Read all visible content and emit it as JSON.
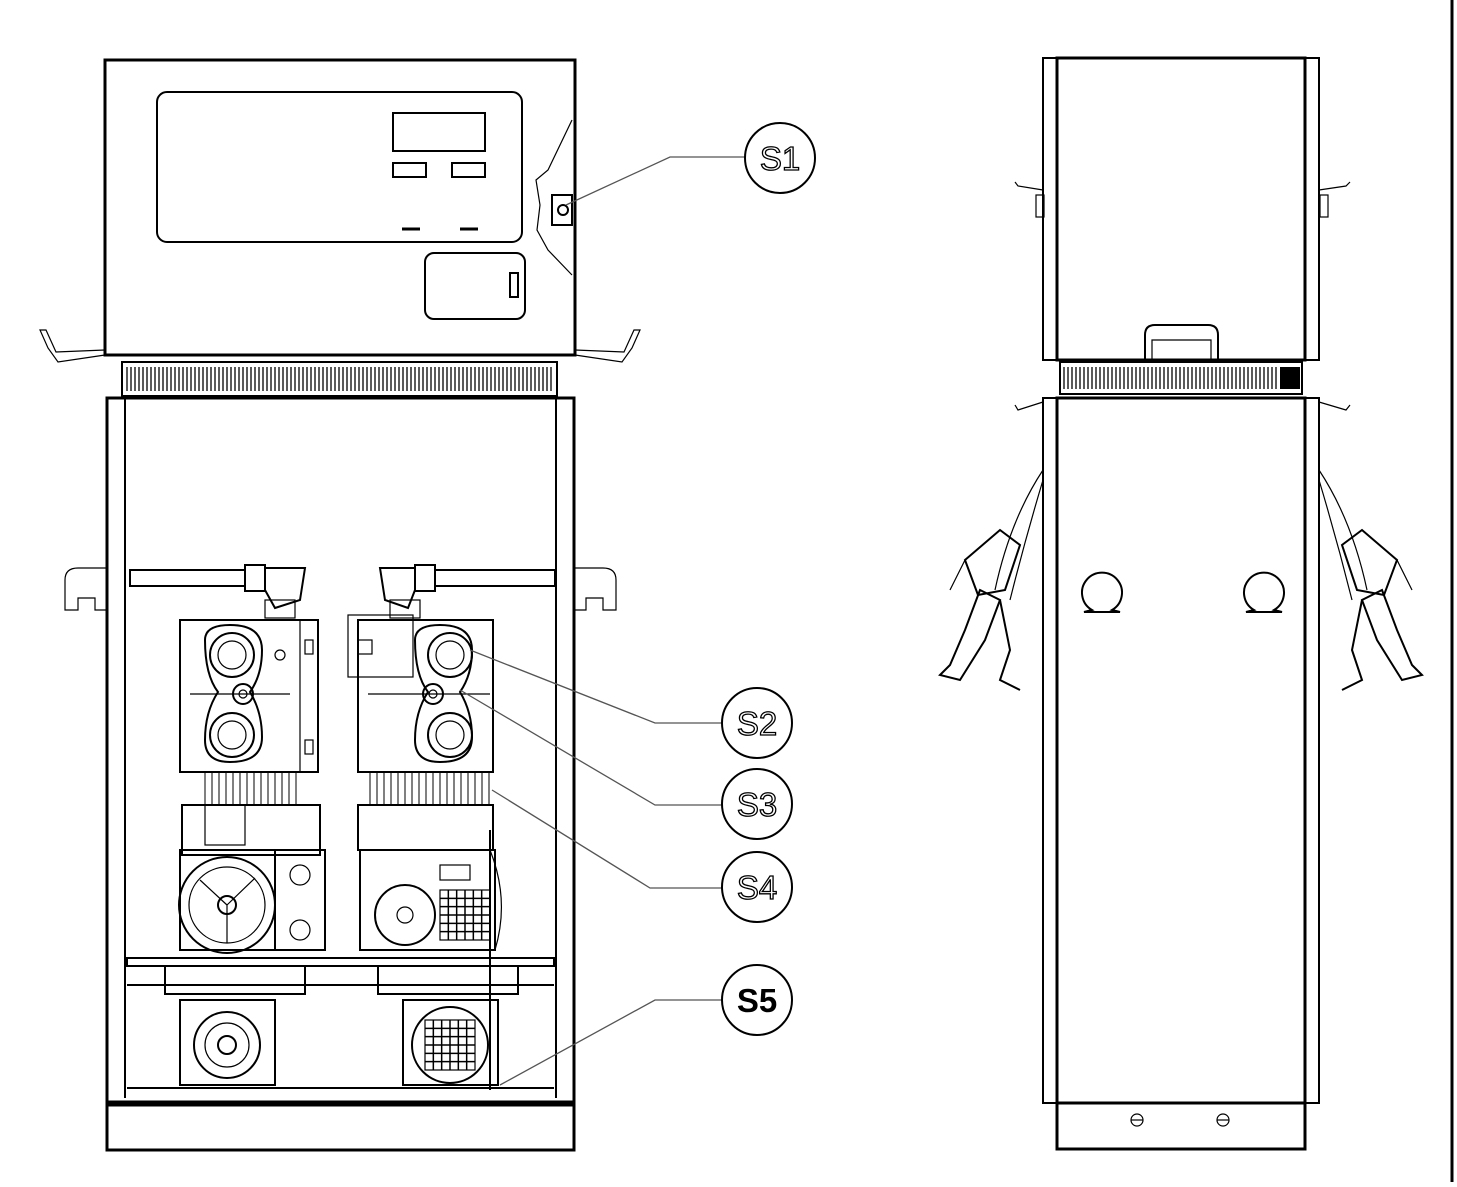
{
  "diagram": {
    "callouts": [
      {
        "id": "s1",
        "label": "S1"
      },
      {
        "id": "s2",
        "label": "S2"
      },
      {
        "id": "s3",
        "label": "S3"
      },
      {
        "id": "s4",
        "label": "S4"
      },
      {
        "id": "s5",
        "label": "S5"
      }
    ]
  }
}
